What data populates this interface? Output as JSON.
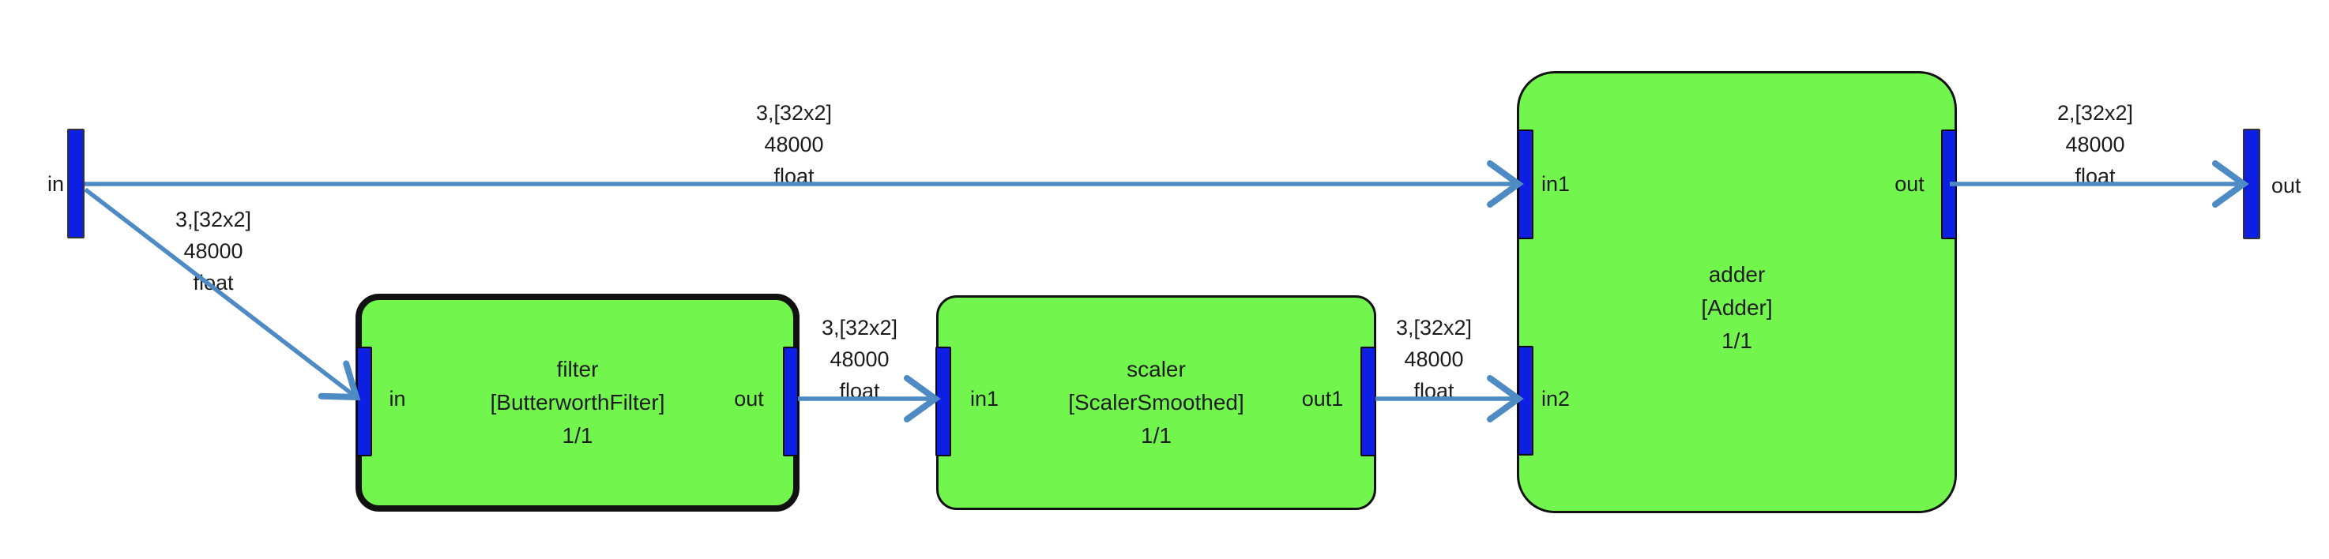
{
  "colors": {
    "block_fill": "#72f64e",
    "port_fill": "#0d1fe2",
    "edge_stroke": "#4e8bc4",
    "block_border": "#111111",
    "canvas_bg": "#ffffff"
  },
  "terminals": {
    "input": {
      "label": "in"
    },
    "output": {
      "label": "out"
    }
  },
  "blocks": {
    "filter": {
      "name": "filter",
      "type": "[ButterworthFilter]",
      "count": "1/1",
      "selected": true,
      "ports": {
        "in": "in",
        "out": "out"
      }
    },
    "scaler": {
      "name": "scaler",
      "type": "[ScalerSmoothed]",
      "count": "1/1",
      "selected": false,
      "ports": {
        "in1": "in1",
        "out1": "out1"
      }
    },
    "adder": {
      "name": "adder",
      "type": "[Adder]",
      "count": "1/1",
      "selected": false,
      "ports": {
        "in1": "in1",
        "in2": "in2",
        "out": "out"
      }
    }
  },
  "edges": {
    "in_to_adder_in1": {
      "dims": "3,[32x2]",
      "rate": "48000",
      "dtype": "float"
    },
    "in_to_filter_in": {
      "dims": "3,[32x2]",
      "rate": "48000",
      "dtype": "float"
    },
    "filter_out_to_scaler_in1": {
      "dims": "3,[32x2]",
      "rate": "48000",
      "dtype": "float"
    },
    "scaler_out1_to_adder_in2": {
      "dims": "3,[32x2]",
      "rate": "48000",
      "dtype": "float"
    },
    "adder_out_to_output": {
      "dims": "2,[32x2]",
      "rate": "48000",
      "dtype": "float"
    }
  }
}
